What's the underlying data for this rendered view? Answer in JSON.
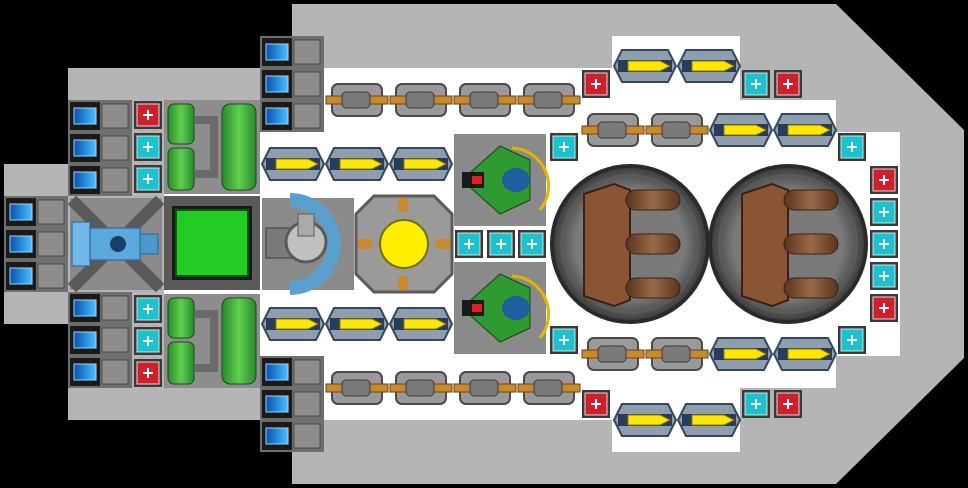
{
  "ship": {
    "hull_color": "#b5b5b5",
    "floor_color": "#ffffff",
    "accent": {
      "cyan": "#19c4cf",
      "red": "#d0202a",
      "green": "#2fa12f",
      "yellow": "#ffe800",
      "bronze": "#c98a2e",
      "blue": "#3ba0e0"
    }
  },
  "modules": [
    "thruster-block",
    "ion-engine",
    "shield-generator",
    "power-reactor",
    "bridge-cockpit",
    "drone-bay",
    "heavy-gun-turret",
    "missile-launcher",
    "auto-cannon",
    "shield-cell",
    "armor-cell",
    "fuel-tank"
  ]
}
